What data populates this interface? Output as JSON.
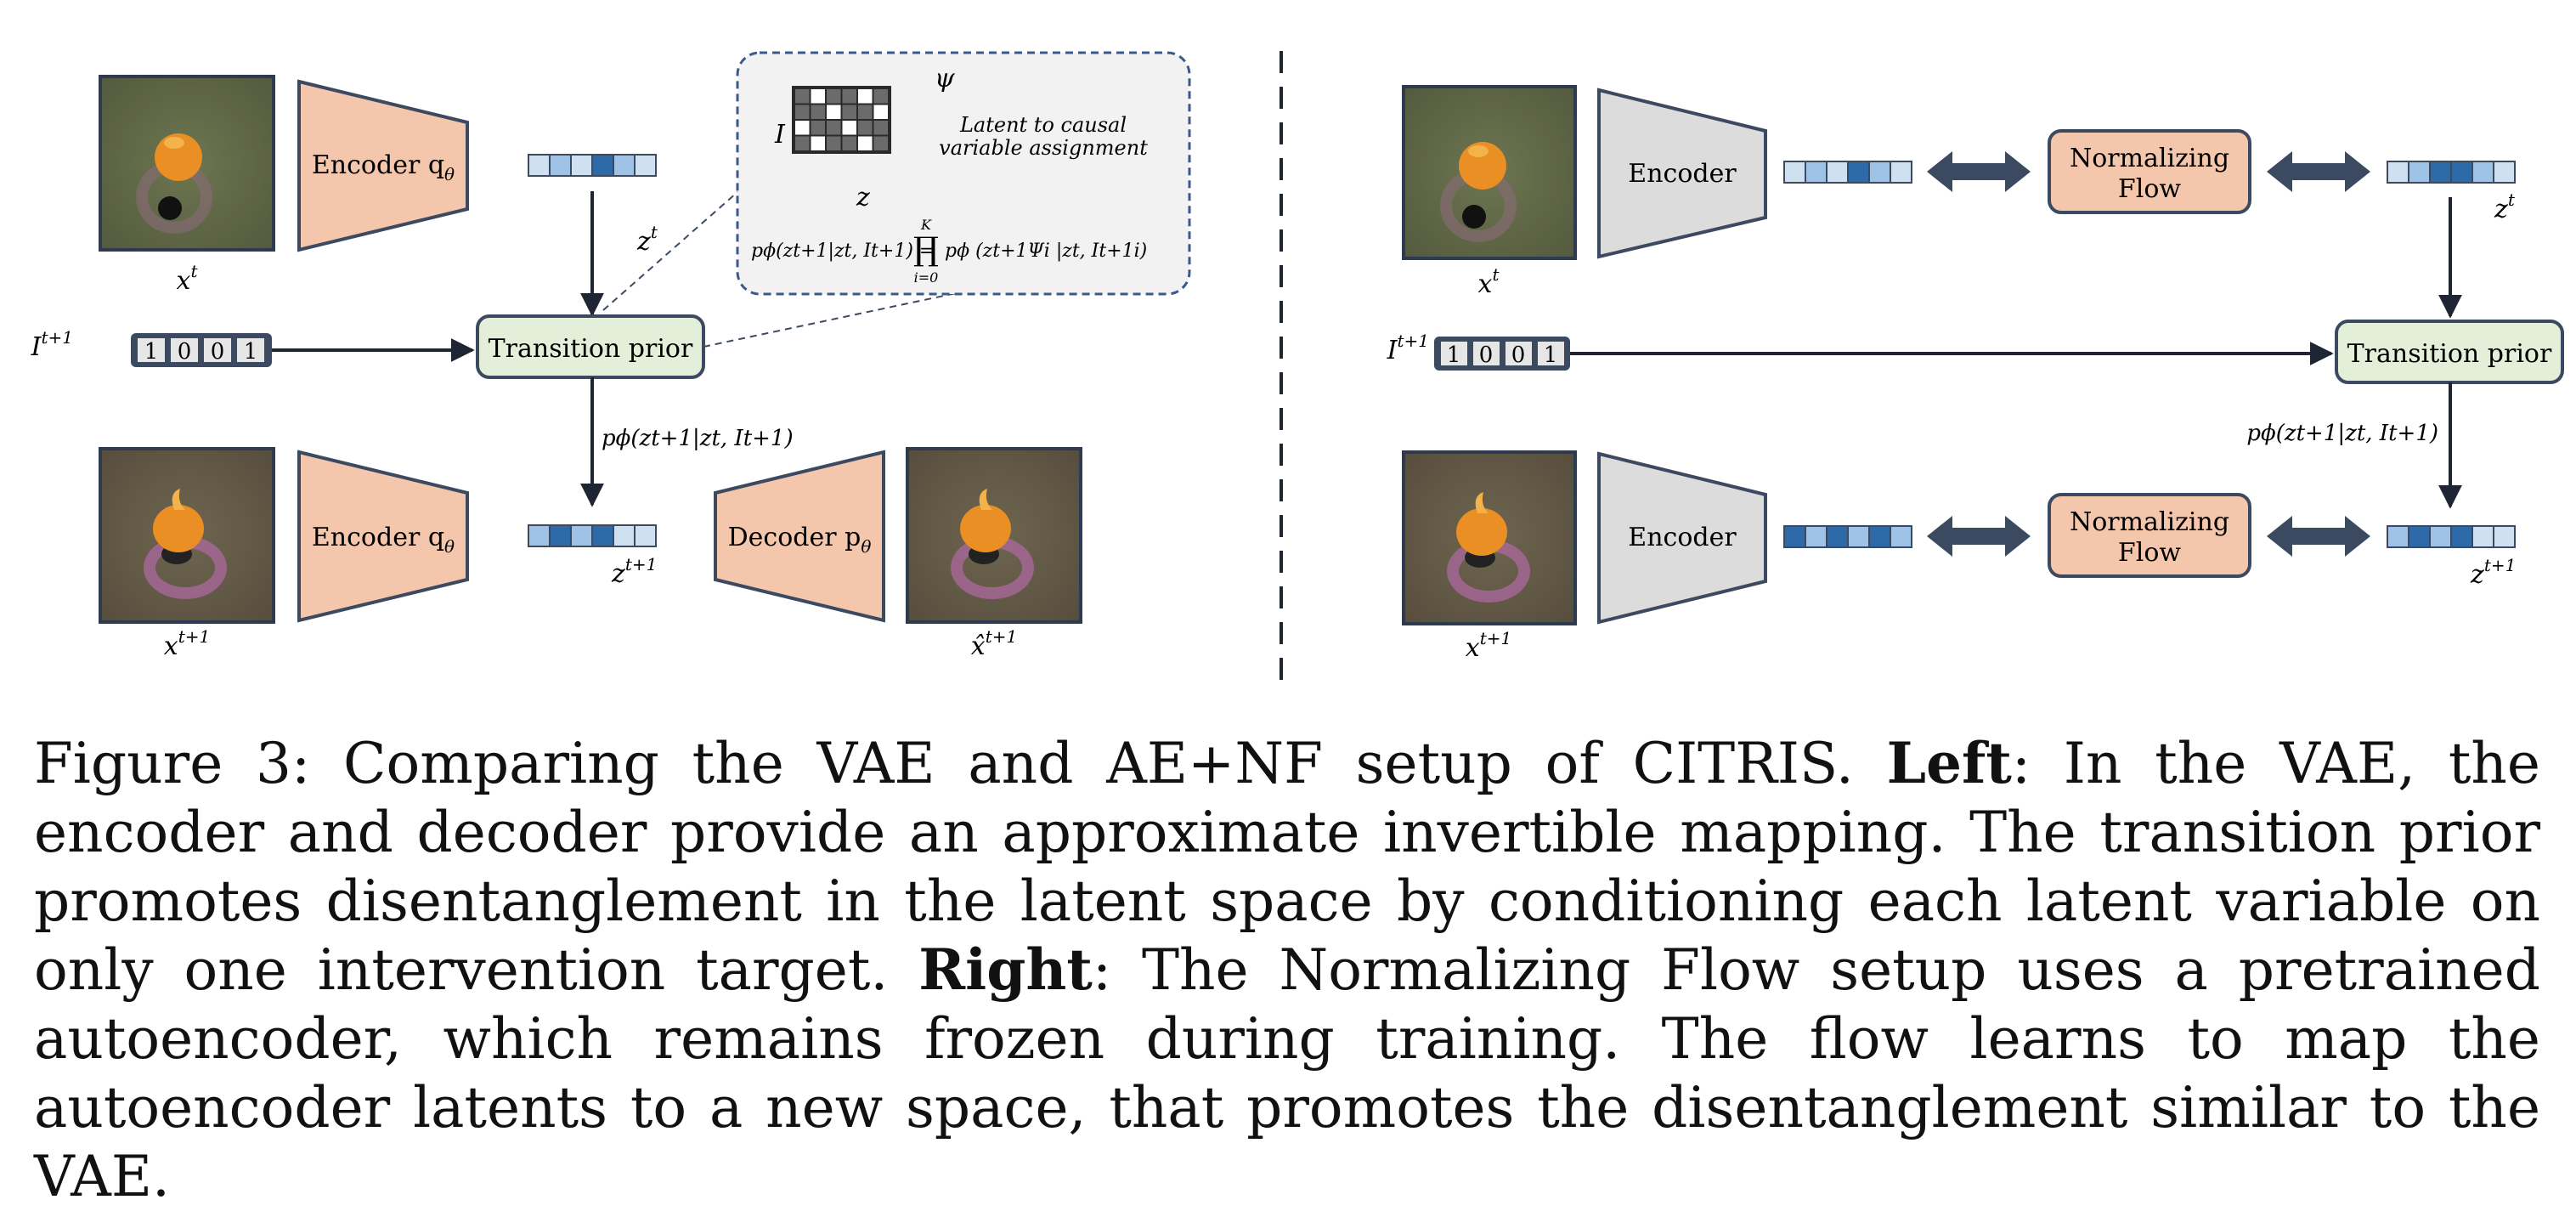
{
  "figure": {
    "left": {
      "x_t": "x",
      "x_t_sup": "t",
      "x_t1": "x",
      "x_t1_sup": "t+1",
      "xhat_t1": "x̂",
      "xhat_t1_sup": "t+1",
      "encoder_label": "Encoder q",
      "encoder_sub": "θ",
      "decoder_label": "Decoder p",
      "decoder_sub": "θ",
      "z_t": "z",
      "z_t_sup": "t",
      "z_t1": "z",
      "z_t1_sup": "t+1",
      "I_label": "I",
      "I_sup": "t+1",
      "I_values": [
        "1",
        "0",
        "0",
        "1"
      ],
      "transition_label": "Transition prior",
      "prior_formula": "pϕ(zt+1|zt, It+1)",
      "inset": {
        "psi": "ψ",
        "I": "I",
        "z": "z",
        "caption_line1": "Latent to causal",
        "caption_line2": "variable assignment",
        "formula_lhs": "pϕ(zt+1|zt, It+1) =",
        "prod_top": "K",
        "prod_bottom": "i=0",
        "formula_rhs": "pϕ (zt+1Ψi |zt, It+1i)"
      }
    },
    "right": {
      "x_t": "x",
      "x_t_sup": "t",
      "x_t1": "x",
      "x_t1_sup": "t+1",
      "encoder_label": "Encoder",
      "nf_line1": "Normalizing",
      "nf_line2": "Flow",
      "z_t": "z",
      "z_t_sup": "t",
      "z_t1": "z",
      "z_t1_sup": "t+1",
      "I_label": "I",
      "I_sup": "t+1",
      "I_values": [
        "1",
        "0",
        "0",
        "1"
      ],
      "transition_label": "Transition prior",
      "prior_formula": "pϕ(zt+1|zt, It+1)"
    },
    "colors": {
      "encoder_fill": "#f4c7ad",
      "encoder_gray": "#dcdcdc",
      "prior_fill": "#e3efd9",
      "stroke": "#3b4a60",
      "inset_fill": "#f2f2f2",
      "inset_border": "#3a5a8c",
      "latent_dark": "#2e6aa8",
      "latent_mid": "#9ec3e6",
      "latent_light": "#cfe0f1"
    }
  },
  "caption": {
    "prefix": "Figure 3:  Comparing the VAE and AE+NF setup of CITRIS. ",
    "left_label": "Left",
    "part2": ":  In the VAE, the encoder and decoder provide an approximate invertible mapping.  The transition prior promotes disentanglement in the latent space by conditioning each latent variable on only one intervention target. ",
    "right_label": "Right",
    "part3": ": The Normalizing Flow setup uses a pretrained autoencoder, which remains frozen during training. The flow learns to map the autoencoder latents to a new space, that promotes the disentanglement similar to the VAE."
  }
}
